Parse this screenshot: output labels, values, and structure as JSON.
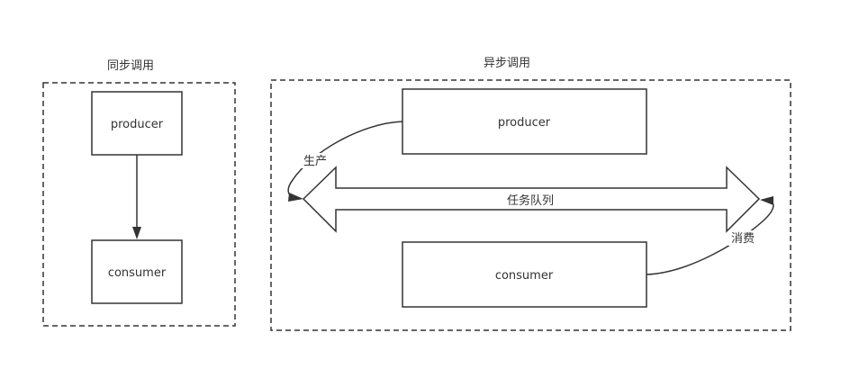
{
  "sync": {
    "title": "同步调用",
    "producer": "producer",
    "consumer": "consumer"
  },
  "async": {
    "title": "异步调用",
    "producer": "producer",
    "consumer": "consumer",
    "queue": "任务队列",
    "produce_label": "生产",
    "consume_label": "消费"
  },
  "colors": {
    "stroke": "#333333",
    "background": "#ffffff"
  }
}
